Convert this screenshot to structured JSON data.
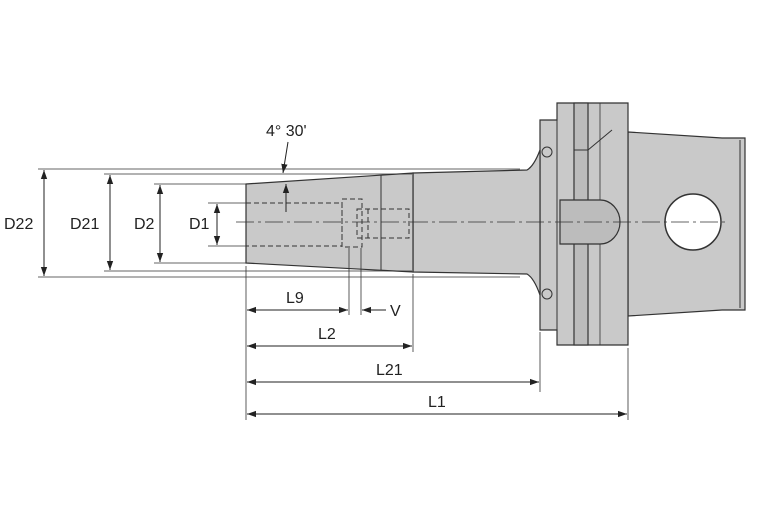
{
  "labels": {
    "angle": "4° 30'",
    "d22": "D22",
    "d21": "D21",
    "d2": "D2",
    "d1": "D1",
    "l9": "L9",
    "v": "V",
    "l2": "L2",
    "l21": "L21",
    "l1": "L1"
  },
  "colors": {
    "body_fill": "#c9c9c9",
    "line": "#333333",
    "background": "#ffffff"
  }
}
